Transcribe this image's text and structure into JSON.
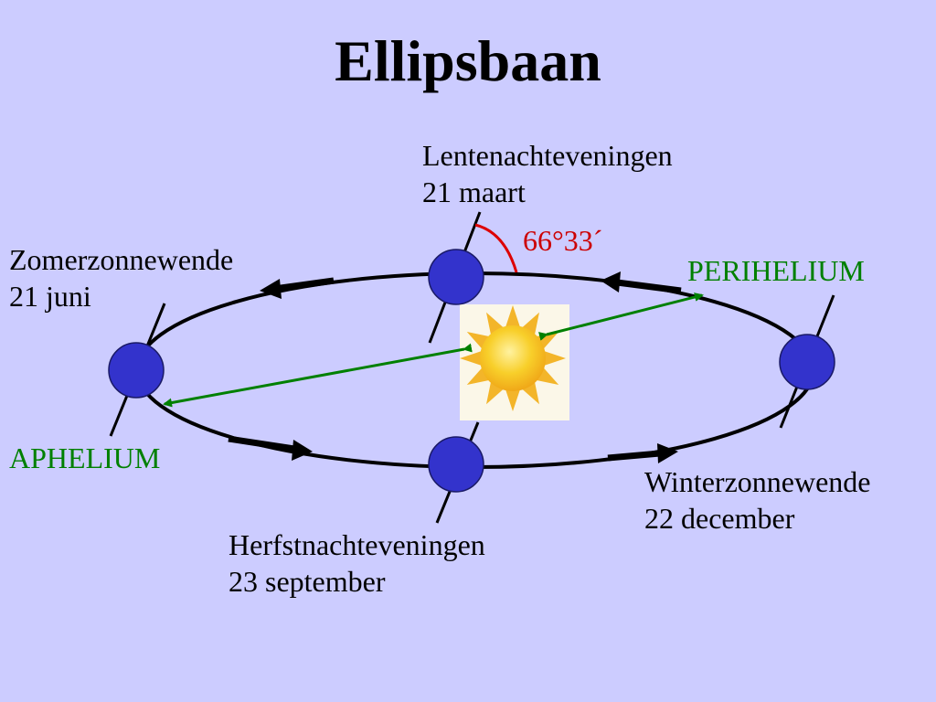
{
  "title": "Ellipsbaan",
  "colors": {
    "background": "#ccccff",
    "earth": "#3333cc",
    "orbit": "#000000",
    "distance_line": "#008000",
    "angle_arc": "#dd0000",
    "sun": "#f5c21b"
  },
  "positions": {
    "spring": {
      "name": "Lentenachteveningen",
      "date": "21 maart"
    },
    "summer": {
      "name": "Zomerzonnewende",
      "date": "21 juni"
    },
    "autumn": {
      "name": "Herfstnachteveningen",
      "date": "23 september"
    },
    "winter": {
      "name": "Winterzonnewende",
      "date": "22 december"
    }
  },
  "labels": {
    "aphelium": "APHELIUM",
    "perihelium": "PERIHELIUM",
    "tilt_angle": "66°33´"
  },
  "icons": {
    "sun": "sun-icon",
    "earth": "earth-icon",
    "direction": "arrow-icon"
  }
}
